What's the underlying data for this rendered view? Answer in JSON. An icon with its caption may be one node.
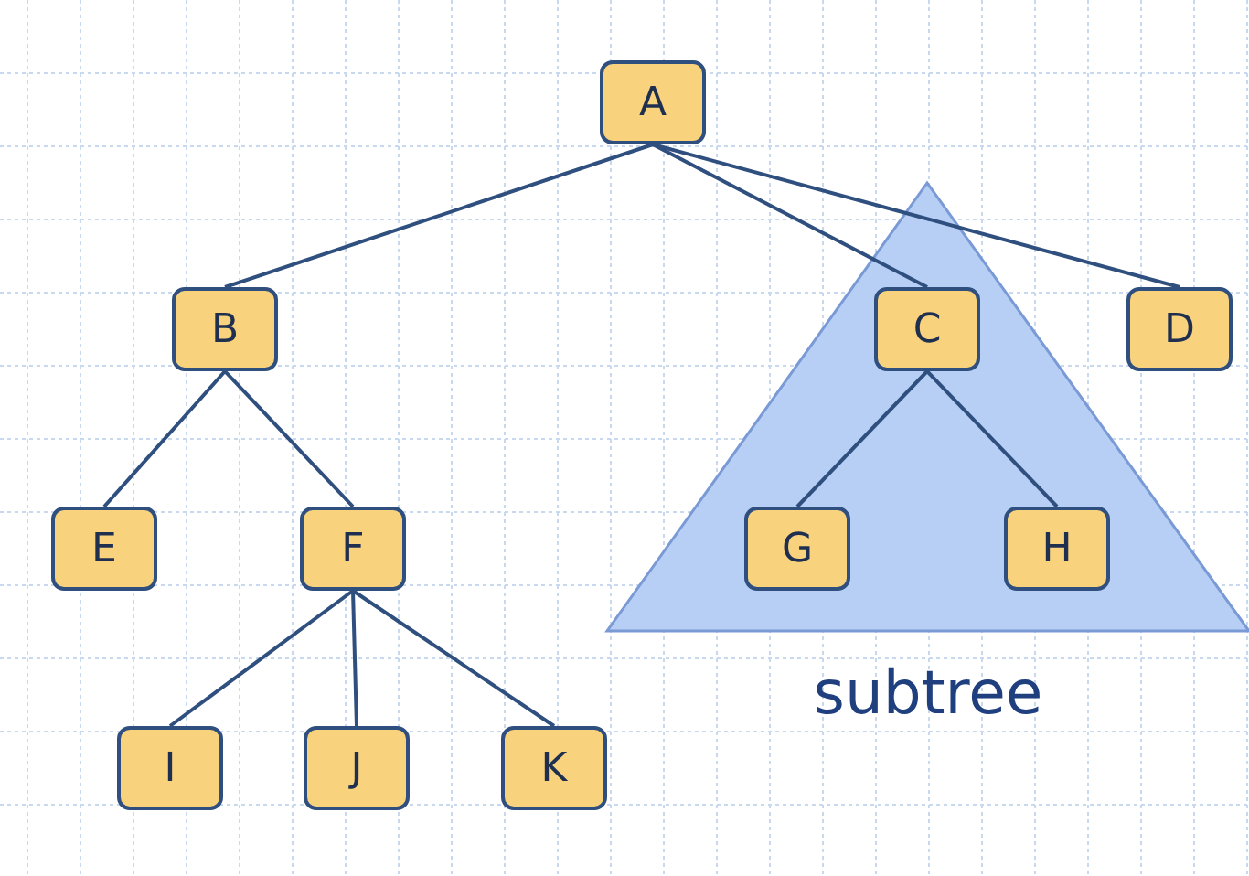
{
  "diagram": {
    "nodes": [
      {
        "text": [
          "A"
        ]
      },
      {
        "text": [
          "B"
        ]
      },
      {
        "text": [
          "subtree"
        ]
      },
      {
        "text": [
          "C"
        ],
        "in": 2
      },
      {
        "text": [
          "D"
        ]
      },
      {
        "text": [
          "E"
        ]
      },
      {
        "text": [
          "F"
        ]
      },
      {
        "text": [
          "G"
        ],
        "in": 2
      },
      {
        "text": [
          "H"
        ],
        "in": 2
      },
      {
        "text": [
          "I"
        ]
      },
      {
        "text": [
          "J"
        ]
      },
      {
        "text": [
          "K"
        ]
      }
    ],
    "edges": [
      {
        "from": 0,
        "to": 1,
        "arrow": "none"
      },
      {
        "from": 0,
        "to": 3,
        "arrow": "none"
      },
      {
        "from": 0,
        "to": 4,
        "arrow": "none"
      },
      {
        "from": 1,
        "to": 5,
        "arrow": "none"
      },
      {
        "from": 1,
        "to": 6,
        "arrow": "none"
      },
      {
        "from": 3,
        "to": 7,
        "arrow": "none"
      },
      {
        "from": 3,
        "to": 8,
        "arrow": "none"
      },
      {
        "from": 6,
        "to": 9,
        "arrow": "none"
      },
      {
        "from": 6,
        "to": 10,
        "arrow": "none"
      },
      {
        "from": 6,
        "to": 11,
        "arrow": "none"
      }
    ]
  }
}
